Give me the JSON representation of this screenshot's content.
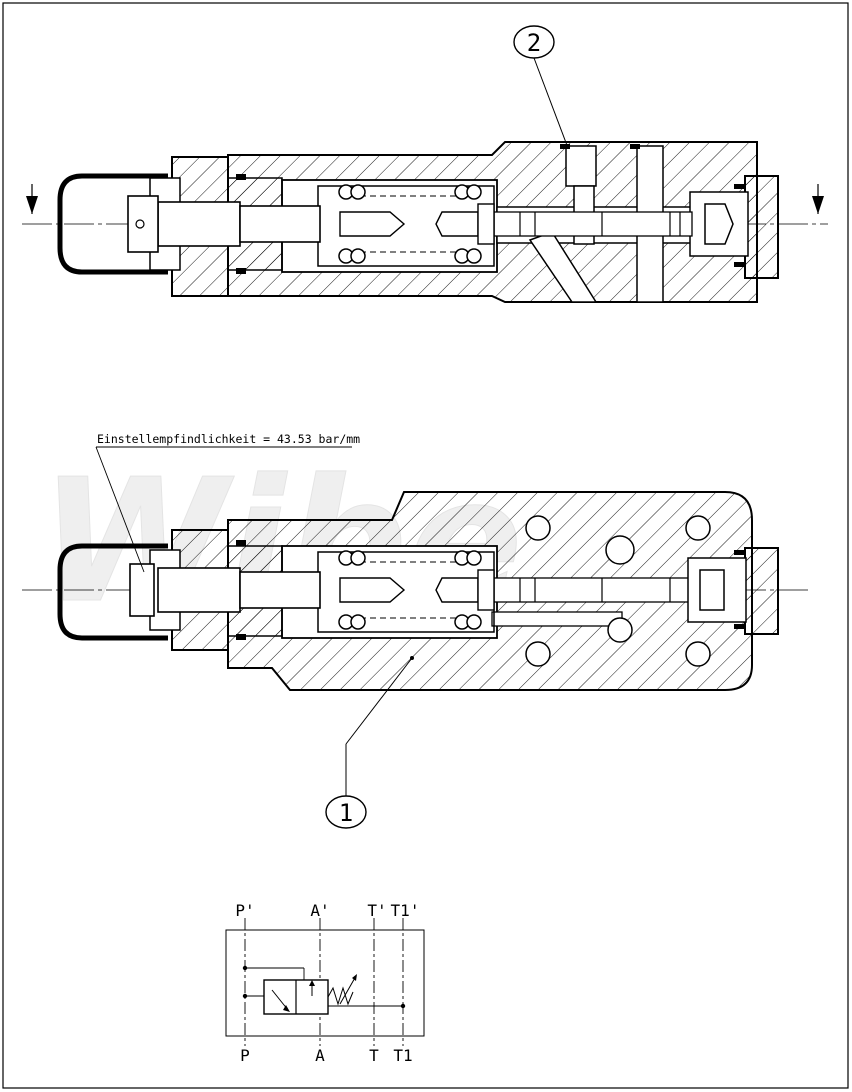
{
  "callouts": {
    "item_1": "1",
    "item_2": "2"
  },
  "annotation": {
    "sensitivity": "Einstellempfindlichkeit = 43.53 bar/mm"
  },
  "watermark": {
    "text": "Wibe"
  },
  "symbol": {
    "top_ports": {
      "p": "P'",
      "a": "A'",
      "t": "T'",
      "t1": "T1'"
    },
    "bottom_ports": {
      "p": "P",
      "a": "A",
      "t": "T",
      "t1": "T1"
    }
  },
  "colors": {
    "line": "#000000",
    "background": "#ffffff",
    "watermark": "#f0f0f0"
  }
}
